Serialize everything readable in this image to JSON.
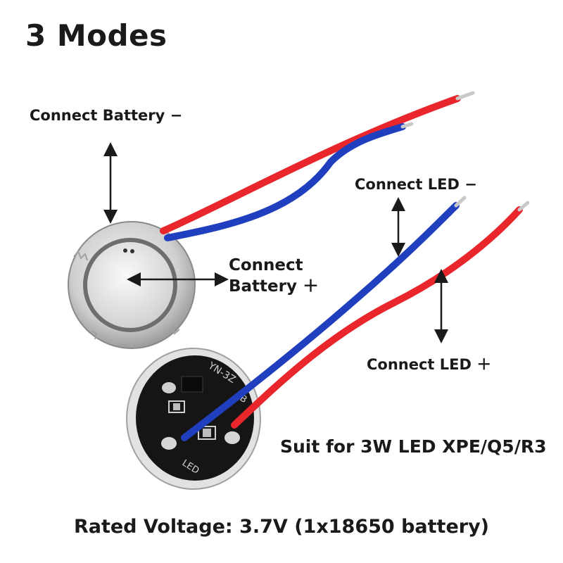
{
  "title": "3 Modes",
  "labels": {
    "battery_negative": "Connect Battery −",
    "battery_positive_line1": "Connect",
    "battery_positive_line2": "Battery ＋",
    "led_negative": "Connect LED −",
    "led_positive": "Connect LED ＋"
  },
  "suit_text": "Suit for 3W LED XPE/Q5/R3",
  "rated_voltage": "Rated Voltage: 3.7V (1x18650 battery)",
  "pcb_markings": {
    "board_code": "YN-3Z",
    "led_mark": "LED",
    "b_mark": "B"
  },
  "colors": {
    "red_wire": "#e8262c",
    "blue_wire": "#1f3fbf",
    "pcb_black": "#151515",
    "board_silver": "#d9d9d9"
  }
}
